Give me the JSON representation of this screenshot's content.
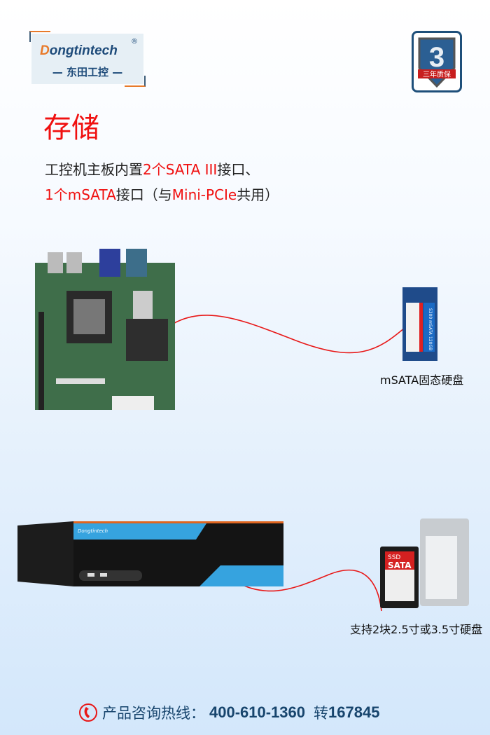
{
  "logo": {
    "brand_letter": "D",
    "brand_rest": "ongtintech",
    "reg": "®",
    "cn_name": "— 东田工控 —"
  },
  "badge": {
    "number": "3",
    "text": "三年质保"
  },
  "section_title": "存储",
  "desc": {
    "line1": [
      {
        "t": "工控机主板内置",
        "red": false
      },
      {
        "t": "2个SATA III",
        "red": true
      },
      {
        "t": "接口、",
        "red": false
      }
    ],
    "line2": [
      {
        "t": "1个mSATA",
        "red": true
      },
      {
        "t": "接口（与",
        "red": false
      },
      {
        "t": "Mini-PCIe",
        "red": true
      },
      {
        "t": "共用）",
        "red": false
      }
    ]
  },
  "msata": {
    "caption": "mSATA固态硬盘",
    "label": "S300 mSATA",
    "capacity": "120GB"
  },
  "chassis": {
    "brand": "Dongtintech"
  },
  "drives": {
    "caption": "支持2块2.5寸或3.5寸硬盘",
    "ssd_top": "SSD",
    "ssd_bottom": "SATA"
  },
  "footer": {
    "icon": "phone-icon",
    "label": "产品咨询热线：",
    "phone": "400-610-1360",
    "ext_label": "转",
    "ext": "167845"
  },
  "colors": {
    "accent_red": "#f01010",
    "brand_blue": "#17456d",
    "line_red": "#e81818"
  }
}
